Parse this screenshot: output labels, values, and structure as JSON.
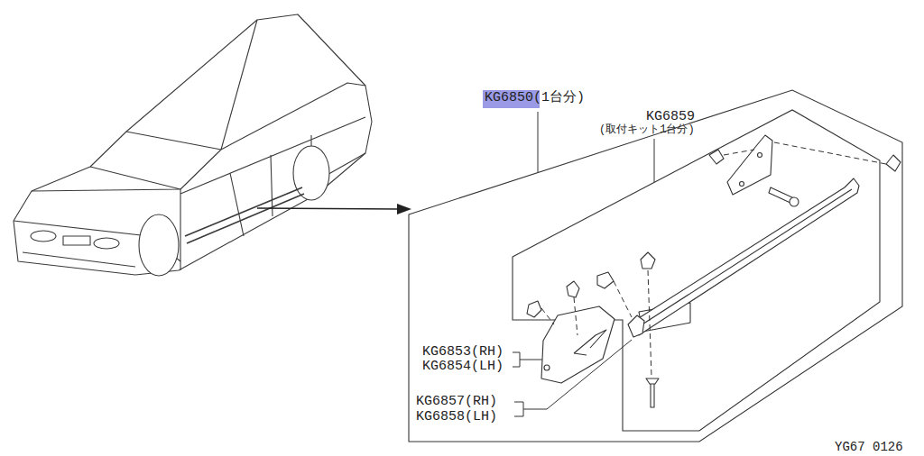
{
  "diagram": {
    "labels": [
      "KG6850(1台分)",
      "KG6859",
      "(取付キット1台分)",
      "KG6853(RH)",
      "KG6854(LH)",
      "KG6857(RH)",
      "KG6858(LH)",
      "YG67 0126"
    ]
  }
}
